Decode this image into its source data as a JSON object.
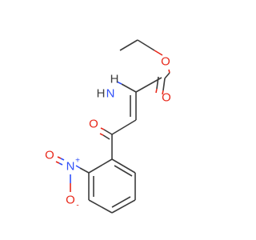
{
  "molecule": {
    "atoms": {
      "ester_o": "O",
      "carbonyl_o": "O",
      "ketone_o": "O",
      "amino_n": "N",
      "amino_h": "H",
      "amino_h2": "H",
      "nitro_n": "N",
      "nitro_n_charge": "+",
      "nitro_o_left": "O",
      "nitro_o_bottom": "O",
      "nitro_o_charge": "-"
    },
    "colors": {
      "carbon_bond": "#3c3c3c",
      "oxygen": "#e8281a",
      "nitrogen": "#3050f8"
    }
  }
}
